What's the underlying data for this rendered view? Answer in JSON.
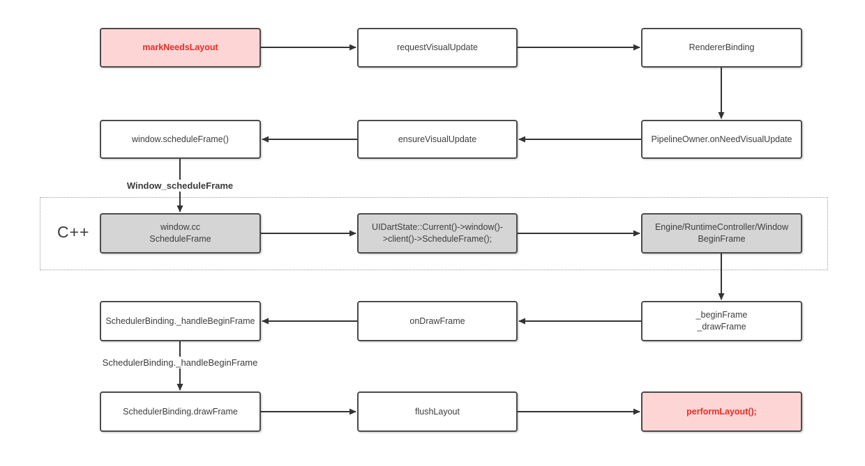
{
  "cpp_section": {
    "label": "C++"
  },
  "edge_labels": {
    "window_scheduleFrame": "Window_scheduleFrame",
    "schedulerBinding_handleBeginFrame": "SchedulerBinding._handleBeginFrame"
  },
  "nodes": {
    "markNeedsLayout": "markNeedsLayout",
    "requestVisualUpdate": "requestVisualUpdate",
    "rendererBinding": "RendererBinding",
    "windowScheduleFrame": "window.scheduleFrame()",
    "ensureVisualUpdate": "ensureVisualUpdate",
    "pipelineOwnerOnNeedVisualUpdate": "PipelineOwner.onNeedVisualUpdate",
    "windowCcScheduleFrame": "window.cc\nScheduleFrame",
    "uiDartStateScheduleFrame": "UIDartState::Current()->window()-\n>client()->ScheduleFrame();",
    "engineRuntimeControllerWindowBeginFrame": "Engine/RuntimeController/Window\nBeginFrame",
    "schedulerBindingHandleBeginFrame": "SchedulerBinding._handleBeginFrame",
    "onDrawFrame": "onDrawFrame",
    "beginFrameDrawFrame": "_beginFrame\n_drawFrame",
    "schedulerBindingDrawFrame": "SchedulerBinding.drawFrame",
    "flushLayout": "flushLayout",
    "performLayout": "performLayout();"
  },
  "edges": [
    {
      "from": "markNeedsLayout",
      "to": "requestVisualUpdate"
    },
    {
      "from": "requestVisualUpdate",
      "to": "RendererBinding"
    },
    {
      "from": "RendererBinding",
      "to": "PipelineOwner.onNeedVisualUpdate"
    },
    {
      "from": "PipelineOwner.onNeedVisualUpdate",
      "to": "ensureVisualUpdate"
    },
    {
      "from": "ensureVisualUpdate",
      "to": "window.scheduleFrame()"
    },
    {
      "from": "window.scheduleFrame()",
      "to": "window.cc ScheduleFrame",
      "label": "Window_scheduleFrame"
    },
    {
      "from": "window.cc ScheduleFrame",
      "to": "UIDartState::Current()->window()->client()->ScheduleFrame();"
    },
    {
      "from": "UIDartState::Current()->window()->client()->ScheduleFrame();",
      "to": "Engine/RuntimeController/Window BeginFrame"
    },
    {
      "from": "Engine/RuntimeController/Window BeginFrame",
      "to": "_beginFrame _drawFrame"
    },
    {
      "from": "_beginFrame _drawFrame",
      "to": "onDrawFrame"
    },
    {
      "from": "onDrawFrame",
      "to": "SchedulerBinding._handleBeginFrame"
    },
    {
      "from": "SchedulerBinding._handleBeginFrame",
      "to": "SchedulerBinding.drawFrame",
      "label": "SchedulerBinding._handleBeginFrame"
    },
    {
      "from": "SchedulerBinding.drawFrame",
      "to": "flushLayout"
    },
    {
      "from": "flushLayout",
      "to": "performLayout();"
    }
  ],
  "colors": {
    "highlight_bg": "#fcd5d4",
    "highlight_text": "#f12b24",
    "gray_bg": "#d5d5d5",
    "box_border": "#4a4a4a",
    "text": "#3d3d3d",
    "arrow": "#333333",
    "dotted_border": "#9a9a9a"
  }
}
